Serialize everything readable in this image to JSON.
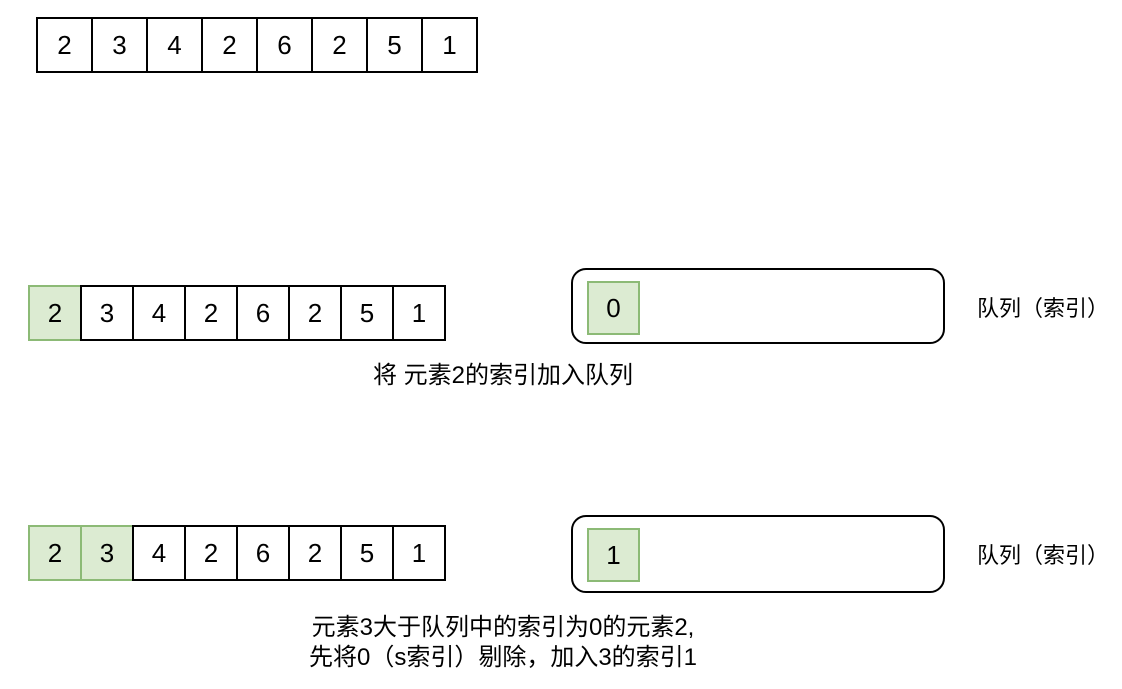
{
  "colors": {
    "cell_border": "#000000",
    "highlight_fill": "#dcebd2",
    "highlight_border": "#8cba76",
    "background": "#ffffff"
  },
  "rows": [
    {
      "name": "initial-array",
      "cells": [
        "2",
        "3",
        "4",
        "2",
        "6",
        "2",
        "5",
        "1"
      ],
      "highlight_count": 0
    },
    {
      "name": "step-1",
      "cells": [
        "2",
        "3",
        "4",
        "2",
        "6",
        "2",
        "5",
        "1"
      ],
      "highlight_count": 1,
      "queue": [
        "0"
      ],
      "queue_label": "队列（索引）",
      "caption": "将 元素2的索引加入队列"
    },
    {
      "name": "step-2",
      "cells": [
        "2",
        "3",
        "4",
        "2",
        "6",
        "2",
        "5",
        "1"
      ],
      "highlight_count": 2,
      "queue": [
        "1"
      ],
      "queue_label": "队列（索引）",
      "caption_line1": "元素3大于队列中的索引为0的元素2,",
      "caption_line2": "先将0（s索引）剔除，加入3的索引1"
    }
  ]
}
